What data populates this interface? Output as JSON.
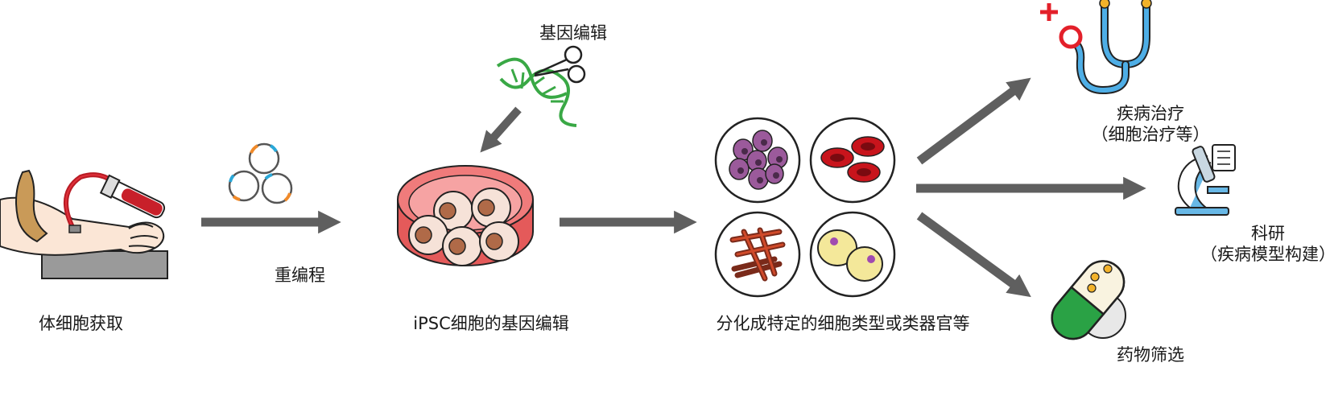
{
  "labels": {
    "somatic_acquisition": "体细胞获取",
    "reprogramming": "重编程",
    "gene_editing": "基因编辑",
    "ipsc_gene_editing": "iPSC细胞的基因编辑",
    "differentiation": "分化成特定的细胞类型或类器官等",
    "disease_treatment": "疾病治疗",
    "disease_treatment_sub": "（细胞治疗等）",
    "research": "科研",
    "research_sub": "（疾病模型构建）",
    "drug_screening": "药物筛选"
  },
  "colors": {
    "arrow": "#5f5f5f",
    "blood": "#c8202a",
    "dna": "#39a845",
    "dish": "#e45a5a",
    "cell_fill": "#f6e2d8",
    "nucleus": "#b06a48",
    "stethoscope": "#4eaee6",
    "cross": "#e3202a",
    "capsule_green": "#2aa245",
    "microscope": "#68b8e6"
  },
  "icons": [
    "arm-blood-draw-icon",
    "plasmid-icon",
    "dna-scissors-icon",
    "petri-dish-icon",
    "blood-cells-icon",
    "red-blood-cells-icon",
    "muscle-fibers-icon",
    "fat-cells-icon",
    "stethoscope-icon",
    "microscope-icon",
    "capsule-icon"
  ]
}
